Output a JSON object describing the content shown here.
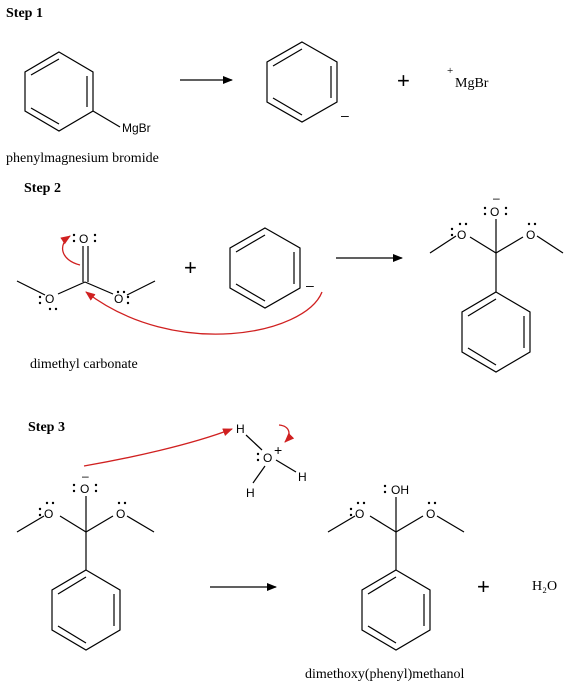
{
  "steps": {
    "step1": "Step 1",
    "step2": "Step 2",
    "step3": "Step 3"
  },
  "labels": {
    "mgbr": "MgBr",
    "mgbr_ion": "MgBr",
    "plus_sign": "+",
    "minus_sign": "–",
    "o": "O",
    "oh": "OH",
    "h": "H",
    "water": "H₂O",
    "phenylmagnesium_bromide": "phenylmagnesium bromide",
    "dimethyl_carbonate": "dimethyl carbonate",
    "product_name": "dimethoxy(phenyl)methanol"
  },
  "colors": {
    "ink": "#000000",
    "curved_arrow": "#d02020"
  }
}
